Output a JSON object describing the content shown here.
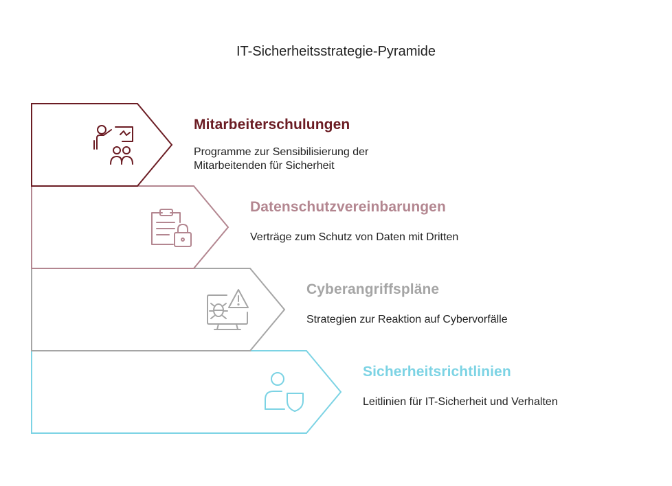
{
  "title": "IT-Sicherheitsstrategie-Pyramide",
  "levels": [
    {
      "heading": "Mitarbeiterschulungen",
      "description": "Programme zur Sensibilisierung der Mitarbeitenden für Sicherheit",
      "color": "#6b1c23",
      "icon": "training-presentation-icon"
    },
    {
      "heading": "Datenschutzvereinbarungen",
      "description": "Verträge zum Schutz von Daten mit Dritten",
      "color": "#b38690",
      "icon": "clipboard-lock-icon"
    },
    {
      "heading": "Cyberangriffspläne",
      "description": "Strategien zur Reaktion auf Cybervorfälle",
      "color": "#a5a5a5",
      "icon": "monitor-bug-warning-icon"
    },
    {
      "heading": "Sicherheitsrichtlinien",
      "description": "Leitlinien für IT-Sicherheit und Verhalten",
      "color": "#7cd3e4",
      "icon": "user-shield-icon"
    }
  ]
}
